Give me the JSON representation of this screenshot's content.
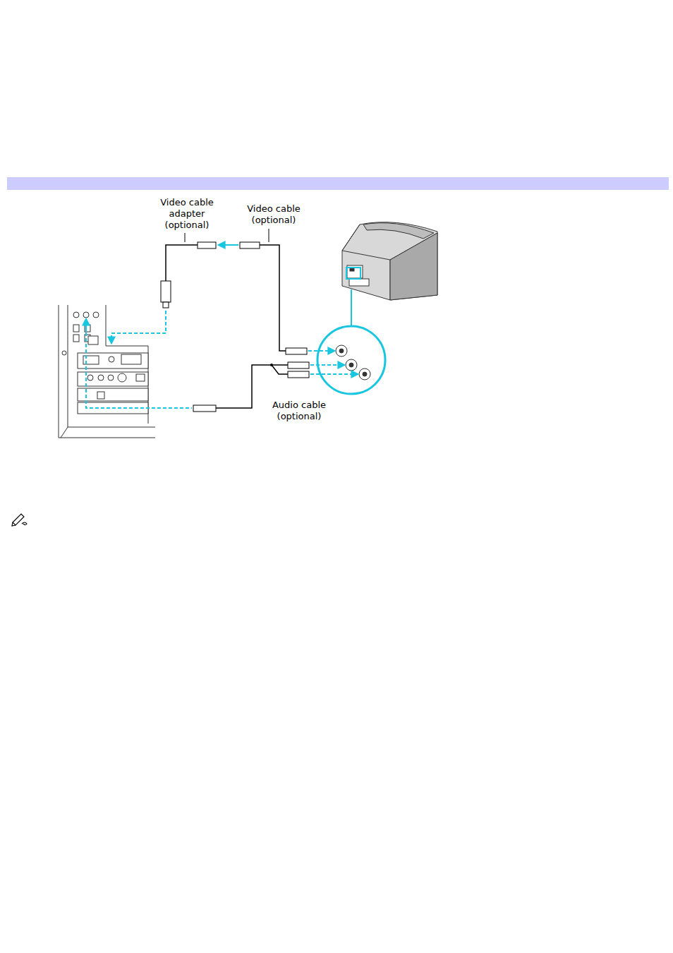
{
  "diagram": {
    "labels": [
      "Video cable adapter (optional)",
      "Video cable (optional)",
      "Audio cable (optional)"
    ]
  }
}
